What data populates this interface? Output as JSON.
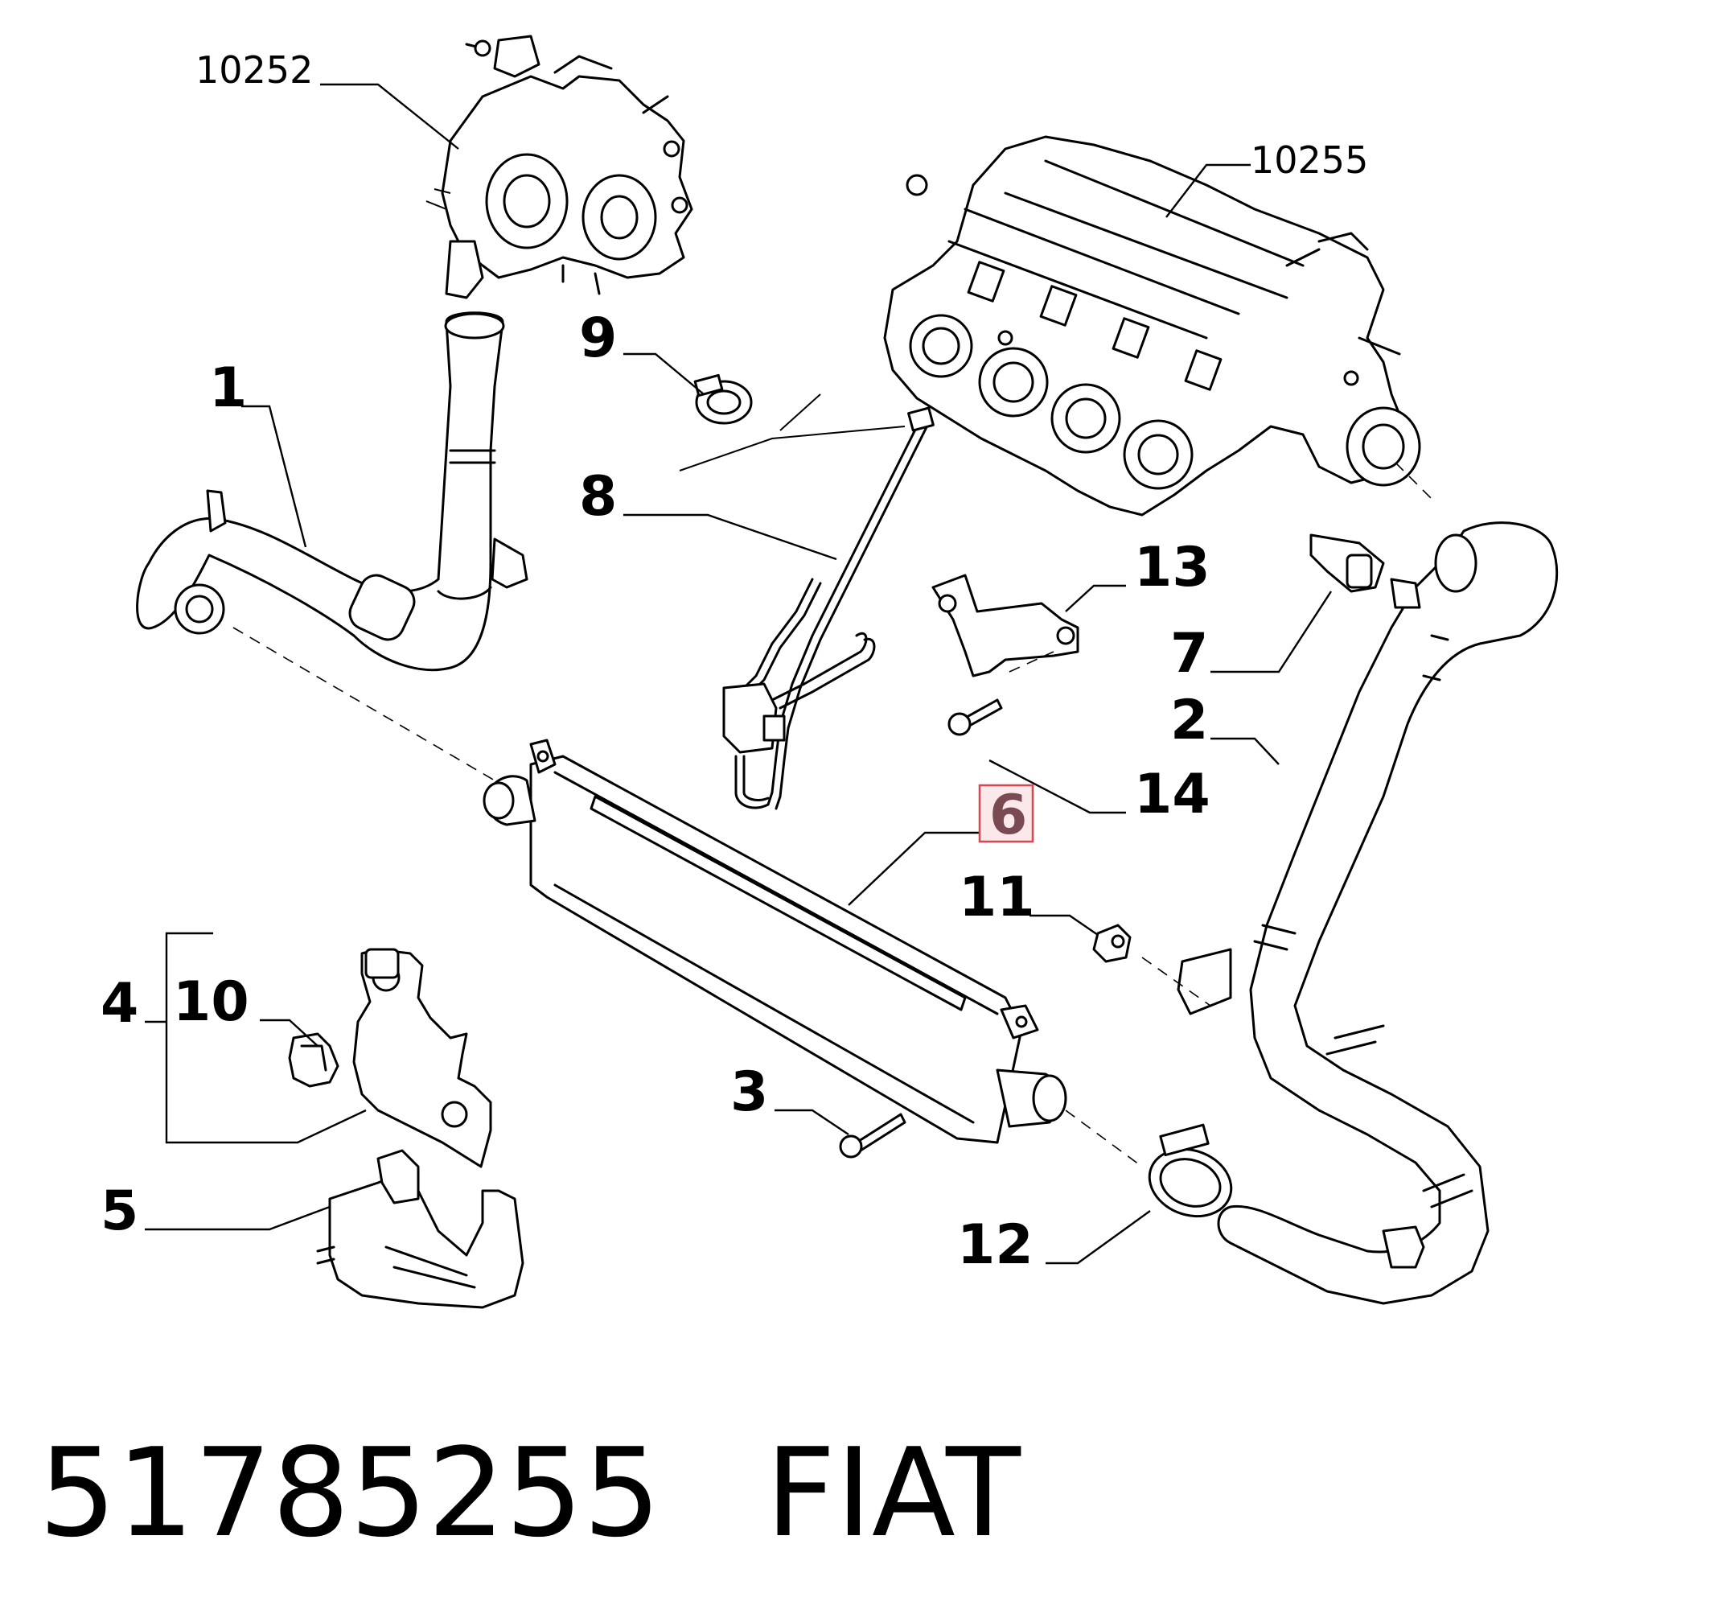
{
  "callouts": {
    "c10252": "10252",
    "c10255": "10255",
    "c1": "1",
    "c2": "2",
    "c3": "3",
    "c4": "4",
    "c5": "5",
    "c6": "6",
    "c7": "7",
    "c8": "8",
    "c9": "9",
    "c10": "10",
    "c11": "11",
    "c12": "12",
    "c13": "13",
    "c14": "14"
  },
  "highlighted_callout": "6",
  "highlight_color": "#d9474f",
  "footer": {
    "part_number": "51785255",
    "brand": "FIAT"
  }
}
